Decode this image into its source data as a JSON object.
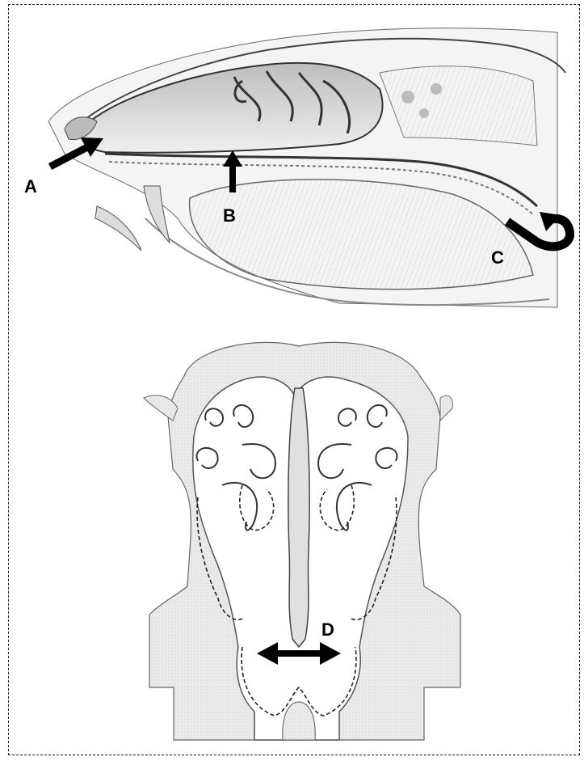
{
  "figure": {
    "labels": {
      "a": "A",
      "b": "B",
      "c": "C",
      "d": "D"
    },
    "colors": {
      "ink": "#000000",
      "outline": "#555555",
      "tissue": "#e9e9e9",
      "shade": "#cfcfcf",
      "bg": "#ffffff"
    },
    "panels": [
      {
        "id": "top",
        "kind": "sagittal-skull-section"
      },
      {
        "id": "bottom",
        "kind": "coronal-nasal-section"
      }
    ]
  }
}
